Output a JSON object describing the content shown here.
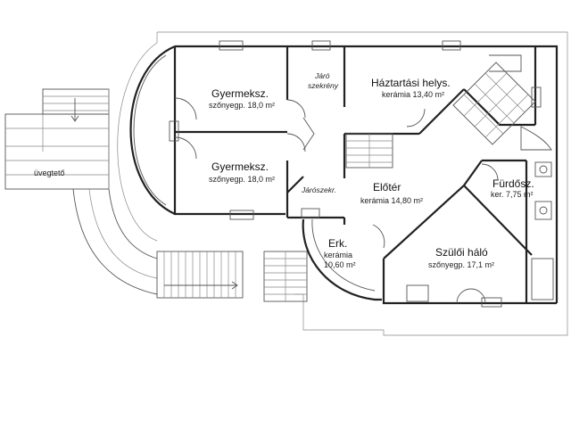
{
  "rooms": {
    "gyermek1": {
      "name": "Gyermeksz.",
      "detail": "szőnyegp. 18,0 m²"
    },
    "gyermek2": {
      "name": "Gyermeksz.",
      "detail": "szőnyegp. 18,0 m²"
    },
    "jaro_szekreny_1": "Járó",
    "jaro_szekreny_2": "szekrény",
    "haztartasi": {
      "name": "Háztartási helys.",
      "detail": "kerámia 13,40 m²"
    },
    "jaroszekr": "Járószekr.",
    "eloter": {
      "name": "Előtér",
      "detail": "kerámia 14,80 m²"
    },
    "furdo": {
      "name": "Fürdősz.",
      "detail": "ker. 7,75 m²"
    },
    "erkely": {
      "name": "Erk.",
      "detail1": "kerámia",
      "detail2": "10,60 m²"
    },
    "szuloi": {
      "name": "Szülői háló",
      "detail": "szőnyegp. 17,1 m²"
    },
    "uvegteto": "üvegtető"
  },
  "colors": {
    "wall": "#222222",
    "line": "#555555",
    "background": "#ffffff"
  }
}
